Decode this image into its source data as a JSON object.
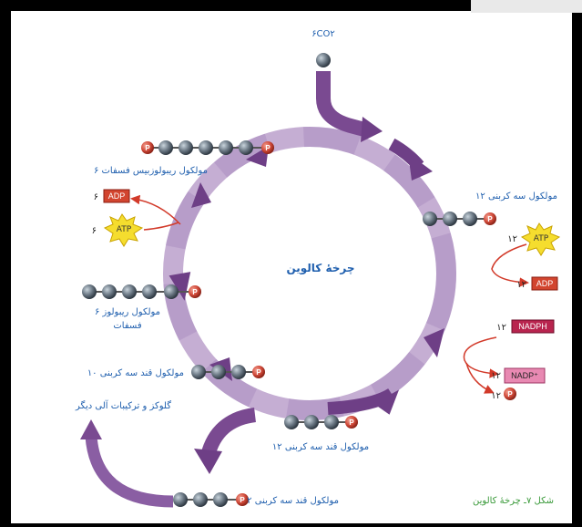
{
  "co2_label": "۶CO۲",
  "cycle_title": "چرخهٔ کالوین",
  "p_symbol": "P",
  "labels": {
    "ribulose_bisphosphate": "۶ مولکول ریبولوزبیس فسفات",
    "three_carbon_12": "۱۲ مولکول سه کربنی",
    "ribulose_phosphate_line1": "۶ مولکول ریبولوز",
    "ribulose_phosphate_line2": "فسفات",
    "sugar_10": "۱۰ مولکول قند سه کربنی",
    "glucose": "گلوکز و ترکیبات آلی دیگر",
    "sugar_12": "۱۲ مولکول قند سه کربنی",
    "sugar_2": "۲ مولکول قند سه کربنی"
  },
  "energy": {
    "atp_left": "ATP",
    "atp_left_count": "۶",
    "adp_left": "ADP",
    "adp_left_count": "۶",
    "atp_right": "ATP",
    "atp_right_count": "۱۲",
    "adp_right": "ADP",
    "adp_right_count": "۱۲",
    "nadph": "NADPH",
    "nadph_count": "۱۲",
    "nadp": "NADP⁺",
    "nadp_count": "۱۲",
    "pi_count": "۱۲"
  },
  "caption": "شکل ۷ـ چرخهٔ کالوین",
  "colors": {
    "arrow": "#6e3f86",
    "ring": "#b69ac7",
    "text": "#1f5fae",
    "phosphate": "#d14a3a",
    "carbon": "#4d5a66",
    "atp": "#f5dd2e",
    "adp": "#d2452f",
    "nadph": "#b8244e",
    "nadp": "#e889b2"
  }
}
